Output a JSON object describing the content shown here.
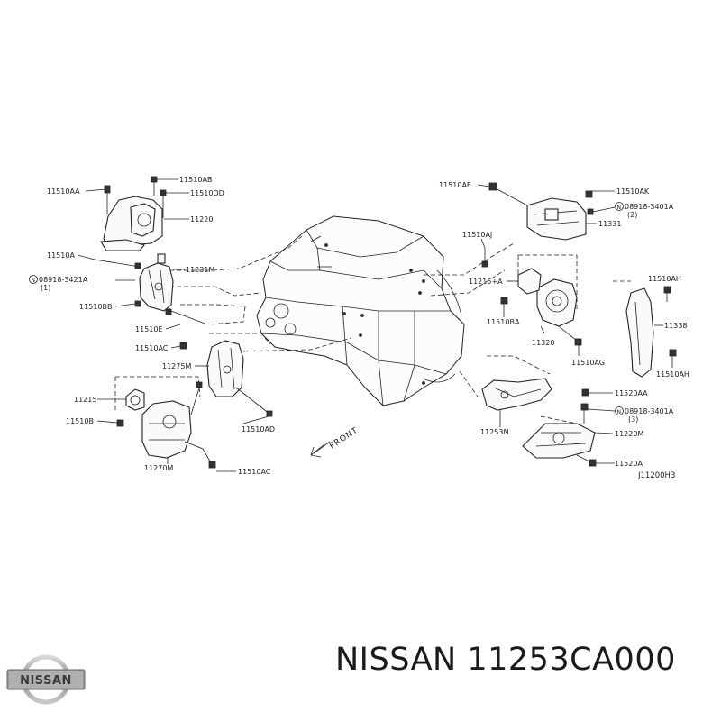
{
  "diagram": {
    "code": "J11200H3",
    "front_label": "FRONT",
    "callouts": {
      "l_11510AA": "11510AA",
      "l_11510AB": "11510AB",
      "l_11510DD": "11510DD",
      "l_11220": "11220",
      "l_11510A": "11510A",
      "l_11231M": "11231M",
      "l_08918_3421A": "08918-3421A",
      "l_qty1": "(1)",
      "l_11510BB": "11510BB",
      "l_11510E": "11510E",
      "l_11510AC_1": "11510AC",
      "l_11275M": "11275M",
      "l_11215": "11215",
      "l_11510B": "11510B",
      "l_11510AD": "11510AD",
      "l_11270M": "11270M",
      "l_11510AC_2": "11510AC",
      "l_11510AF": "11510AF",
      "l_11510AK": "11510AK",
      "l_08918_3401A_1": "08918-3401A",
      "l_qty2": "(2)",
      "l_11331": "11331",
      "l_11510AJ": "11510AJ",
      "l_11215A": "11215+A",
      "l_11510BA": "11510BA",
      "l_11320": "11320",
      "l_11510AG": "11510AG",
      "l_11510AH_1": "11510AH",
      "l_11338": "11338",
      "l_11510AH_2": "11510AH",
      "l_11520AA": "11520AA",
      "l_08918_3401A_2": "08918-3401A",
      "l_qty3": "(3)",
      "l_11253N": "11253N",
      "l_11220M": "11220M",
      "l_11520A": "11520A"
    }
  },
  "footer": {
    "brand_logo_text": "NISSAN",
    "part_label": "NISSAN 11253CA000"
  }
}
